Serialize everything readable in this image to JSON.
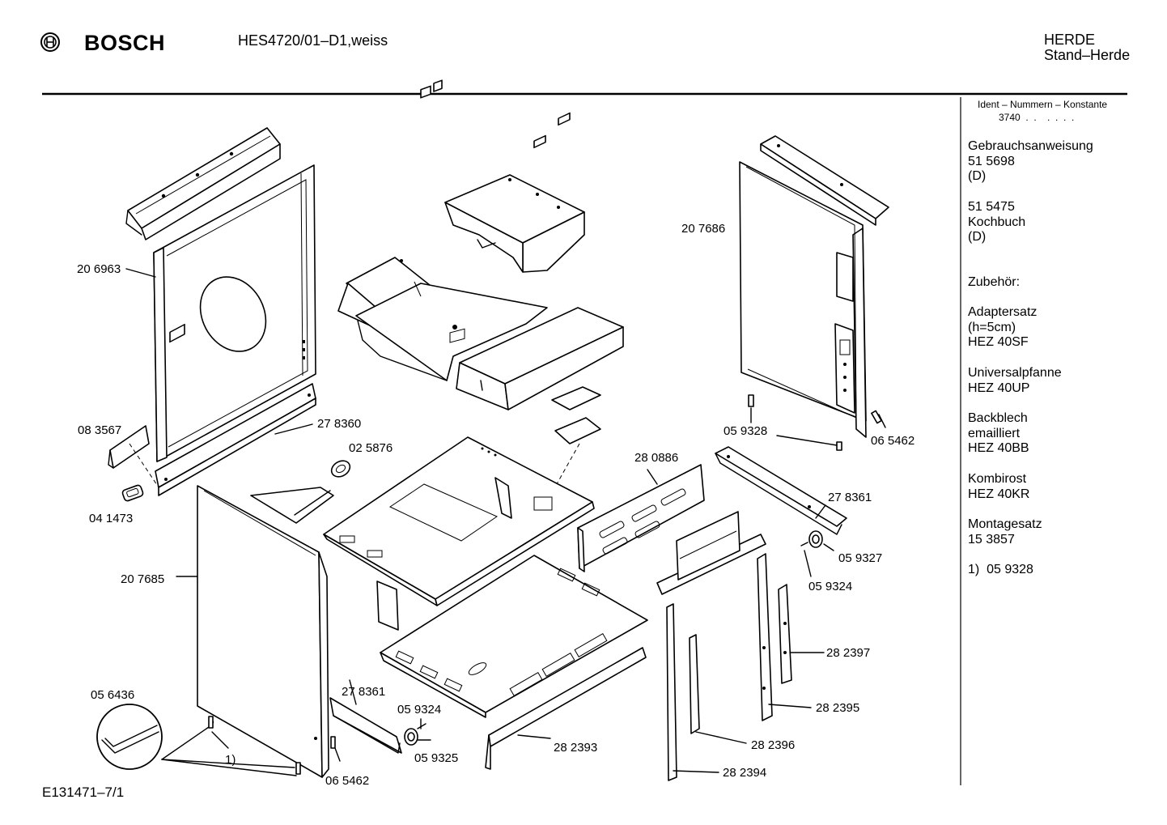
{
  "header": {
    "brand": "BOSCH",
    "model": "HES4720/01–D1,weiss",
    "category": "HERDE",
    "subcategory": "Stand–Herde"
  },
  "footer": {
    "drawing_id": "E131471–7/1"
  },
  "sidebar": {
    "ident_title": "Ident – Nummern – Konstante",
    "ident_value": "3740  .  .    .  .  .  .",
    "blocks": [
      [
        "Gebrauchsanweisung",
        "51 5698",
        "(D)"
      ],
      [
        "51 5475",
        "Kochbuch",
        "(D)"
      ],
      [
        "Zubehör:"
      ],
      [
        "Adaptersatz",
        "(h=5cm)",
        "HEZ 40SF"
      ],
      [
        "Universalpfanne",
        "HEZ 40UP"
      ],
      [
        "Backblech",
        "emailliert",
        "HEZ 40BB"
      ],
      [
        "Kombirost",
        "HEZ 40KR"
      ],
      [
        "Montagesatz",
        "15 3857"
      ],
      [
        "1)  05 9328"
      ]
    ]
  },
  "parts": {
    "p206963": "20 6963",
    "p083567": "08 3567",
    "p041473": "04 1473",
    "p278360": "27 8360",
    "p025876": "02 5876",
    "p207685": "20 7685",
    "p056436": "05 6436",
    "note1": "1)",
    "p065462a": "06 5462",
    "p278361a": "27 8361",
    "p059324a": "05 9324",
    "p059325": "05 9325",
    "p282393": "28 2393",
    "p207686": "20 7686",
    "p059328": "05 9328",
    "p065462b": "06 5462",
    "p280886": "28 0886",
    "p278361b": "27 8361",
    "p059327": "05 9327",
    "p059324b": "05 9324",
    "p282397": "28 2397",
    "p282395": "28 2395",
    "p282396": "28 2396",
    "p282394": "28 2394"
  }
}
